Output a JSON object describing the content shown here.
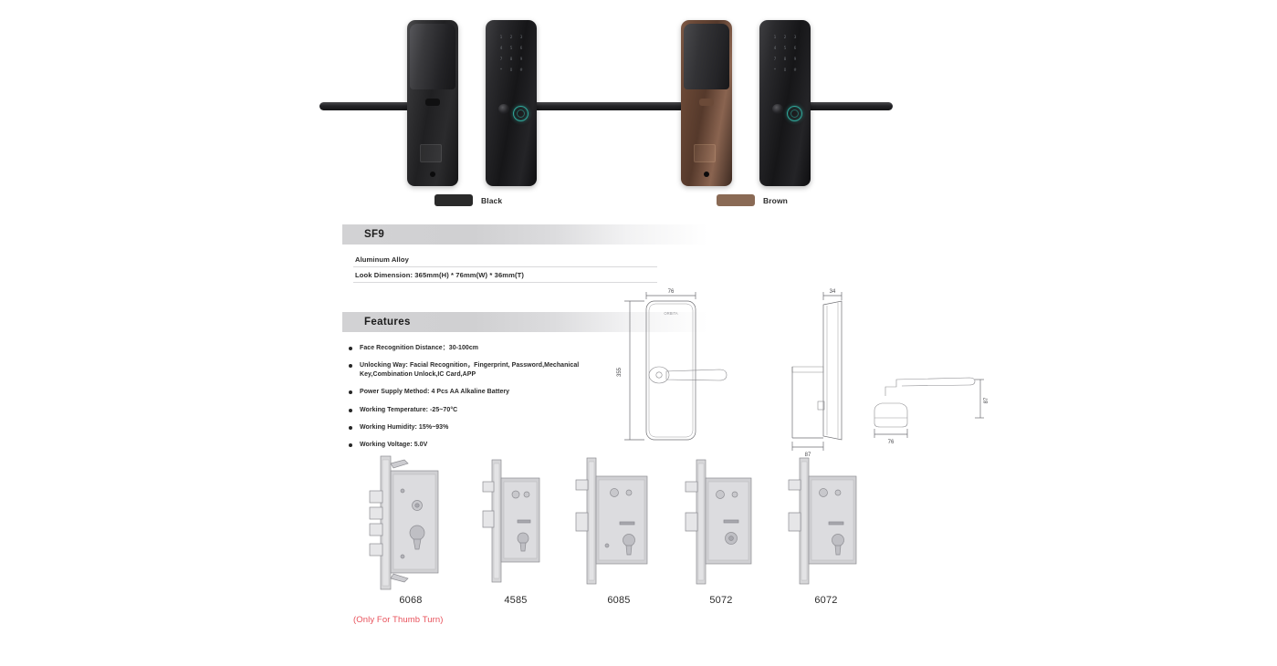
{
  "product": {
    "model_band": "SF9",
    "features_band": "Features"
  },
  "colors": {
    "swatches": [
      {
        "name": "Black",
        "hex": "#2a2a2a"
      },
      {
        "name": "Brown",
        "hex": "#8a6a55"
      }
    ],
    "fingerprint_accent": "#2fa79a",
    "note_red": "#e8505a",
    "band_gray": "#d2d2d4"
  },
  "photos": {
    "black_lock_alt": "Black smart lock front and back panels",
    "brown_lock_alt": "Brown smart lock front and back panels",
    "keypad_digits": [
      "1",
      "2",
      "3",
      "4",
      "5",
      "6",
      "7",
      "8",
      "9",
      "*",
      "0",
      "#"
    ]
  },
  "specs": [
    "Aluminum Alloy",
    "Look Dimension:  365mm(H)  *  76mm(W)  *  36mm(T)"
  ],
  "features": [
    "Face Recognition Distance：30-100cm",
    "Unlocking Way: Facial Recognition，Fingerprint, Password,Mechanical Key,Combination Unlock,IC Card,APP",
    "Power Supply Method:  4 Pcs AA Alkaline Battery",
    "Working Temperature:  -25~70°C",
    "Working Humidity:  15%~93%",
    "Working Voltage:  5.0V"
  ],
  "drawings": {
    "front_view": {
      "width": "76",
      "height": "355"
    },
    "side_view": {
      "thickness": "34",
      "depth": "87"
    },
    "top_view": {
      "width": "76",
      "depth": "87"
    },
    "brand_emboss": "ORBITA"
  },
  "mortises": {
    "models": [
      "6068",
      "4585",
      "6085",
      "5072",
      "6072"
    ],
    "note": "(Only For Thumb Turn)"
  }
}
